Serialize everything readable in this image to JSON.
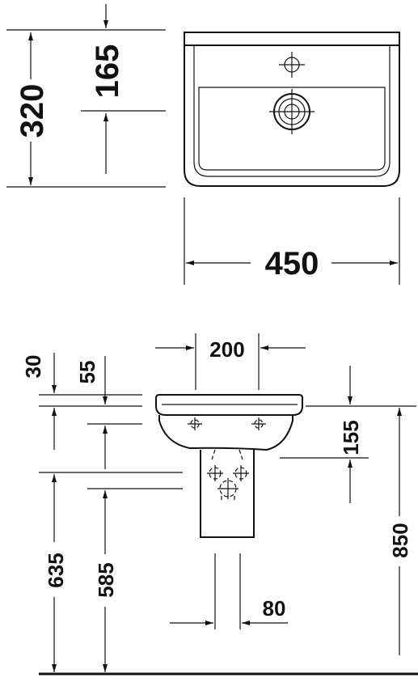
{
  "top_view": {
    "depth_label": "320",
    "tap_offset_label": "165",
    "width_label": "450"
  },
  "side_view": {
    "spacing_label": "200",
    "rim_thickness_label": "30",
    "rim_offset_label": "55",
    "waste_height_label": "155",
    "overall_height_label": "850",
    "rim_height_label": "635",
    "waste_outlet_label": "585",
    "pedestal_width_label": "80"
  },
  "colors": {
    "line": "#111111",
    "background": "#ffffff"
  }
}
